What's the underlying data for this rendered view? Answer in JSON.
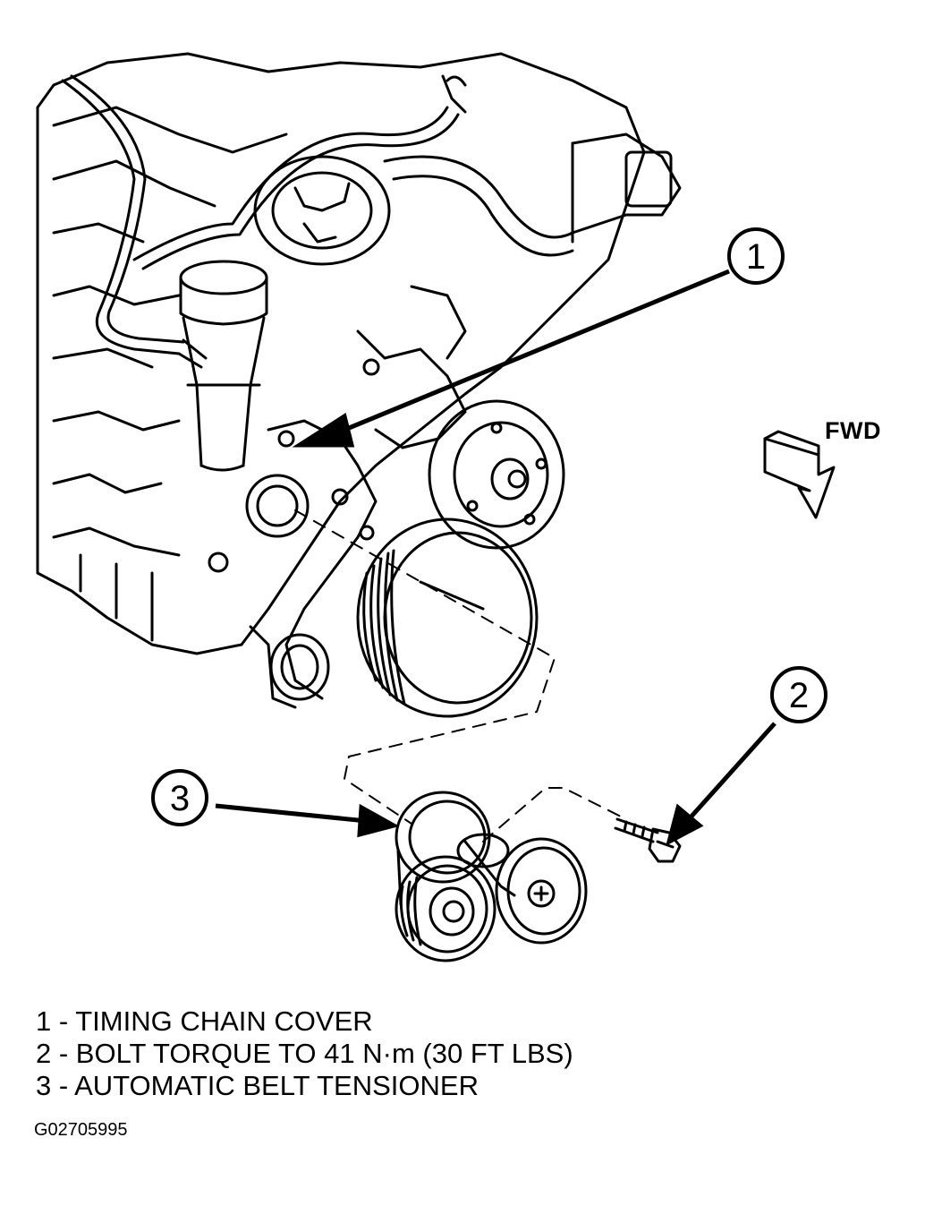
{
  "callouts": {
    "c1": "1",
    "c2": "2",
    "c3": "3"
  },
  "fwd_label": "FWD",
  "legend": [
    "1 - TIMING CHAIN COVER",
    "2 - BOLT TORQUE TO 41 N·m (30 FT LBS)",
    "3 - AUTOMATIC BELT TENSIONER"
  ],
  "figure_id": "G02705995"
}
